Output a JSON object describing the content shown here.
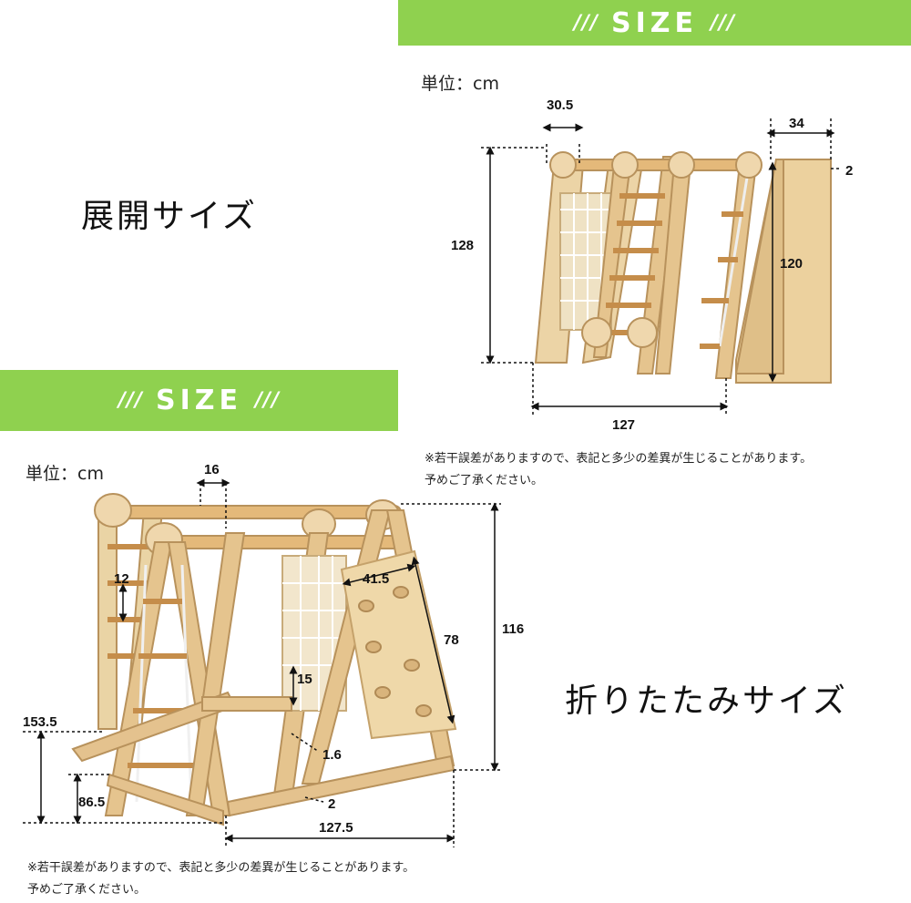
{
  "top": {
    "banner": {
      "slashes_left": "///",
      "word": "SIZE",
      "slashes_right": "///"
    },
    "unit": "単位：cm",
    "heading": "展開サイズ",
    "dimensions": {
      "d1": "30.5",
      "d2": "34",
      "d3": "2",
      "d4": "128",
      "d5": "120",
      "d6": "127"
    },
    "note_line1": "※若干誤差がありますので、表記と多少の差異が生じることがあります。",
    "note_line2": "予めご了承ください。"
  },
  "bottom": {
    "banner": {
      "slashes_left": "///",
      "word": "SIZE",
      "slashes_right": "///"
    },
    "unit": "単位：cm",
    "heading": "折りたたみサイズ",
    "dimensions": {
      "d1": "16",
      "d2": "12",
      "d3": "41.5",
      "d4": "78",
      "d5": "116",
      "d6": "15",
      "d7": "153.5",
      "d8": "1.6",
      "d9": "86.5",
      "d10": "2",
      "d11": "127.5"
    },
    "note_line1": "※若干誤差がありますので、表記と多少の差異が生じることがあります。",
    "note_line2": "予めご了承ください。"
  },
  "colors": {
    "banner": "#8fd14f",
    "wood": "#e9cf9f",
    "wood_dark": "#c9a46a",
    "rope": "#f4f1e8"
  }
}
